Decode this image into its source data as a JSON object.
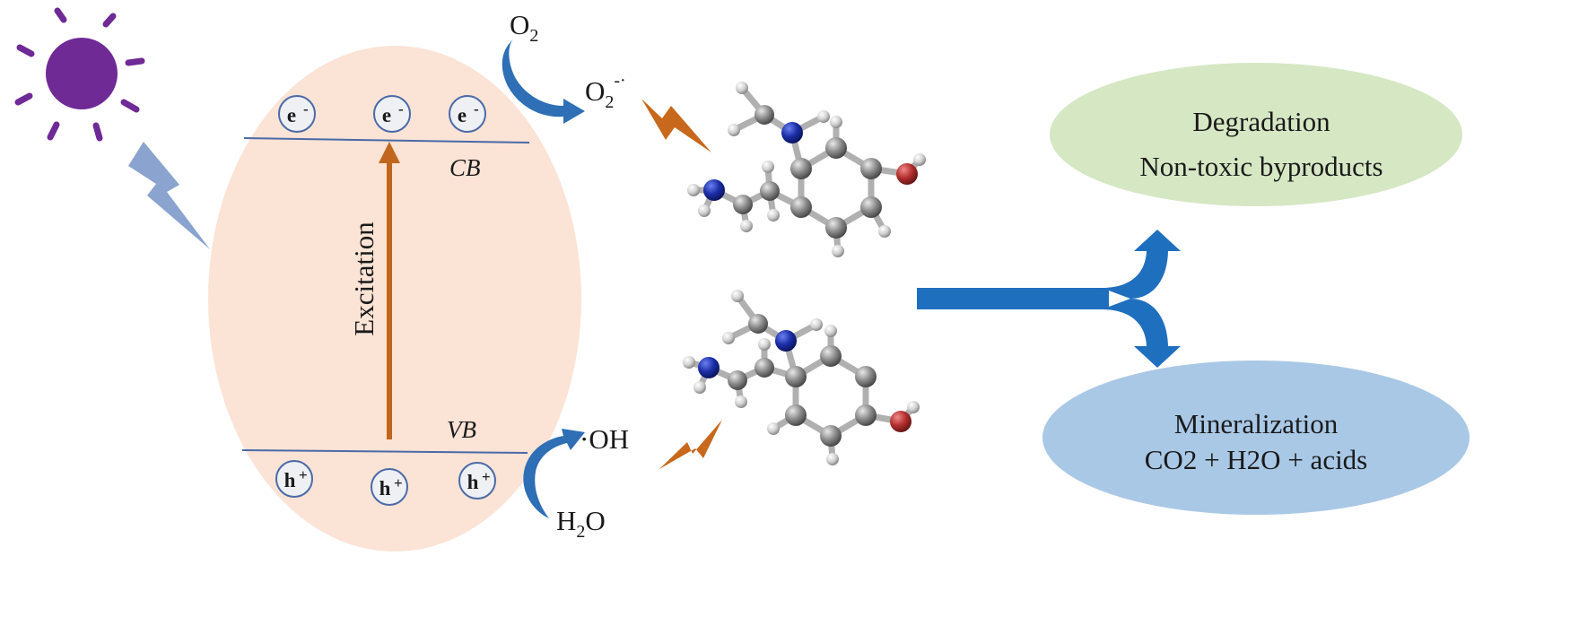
{
  "labels": {
    "o2": "O",
    "o2_sub": "2",
    "superoxide": "O",
    "superoxide_sub": "2",
    "superoxide_sup": "-·",
    "hydroxyl": "·OH",
    "water_h": "H",
    "water_sub": "2",
    "water_o": "O",
    "cb": "CB",
    "vb": "VB",
    "excitation": "Excitation",
    "electron": "e",
    "electron_sup": "-",
    "hole": "h",
    "hole_sup": "+",
    "degradation_line1": "Degradation",
    "degradation_line2": "Non-toxic byproducts",
    "mineralization_line1": "Mineralization",
    "mineralization_line2": "CO2 + H2O + acids"
  },
  "colors": {
    "sun": "#6f2a96",
    "particle_fill": "#fbe3d6",
    "band_line": "#4a6aa8",
    "excitation_arrow": "#c0661e",
    "curved_arrow": "#2e6fb5",
    "bolt_light": "#8aa4cf",
    "bolt_orange": "#c8681c",
    "path_blue": "#1f6fbf",
    "degradation_fill": "#d6e7c4",
    "mineralization_fill": "#a9c8e6",
    "carbon": "#8c8c8c",
    "nitrogen": "#1c2fa8",
    "oxygen": "#b53030",
    "hydrogen": "#d8d8d8"
  }
}
